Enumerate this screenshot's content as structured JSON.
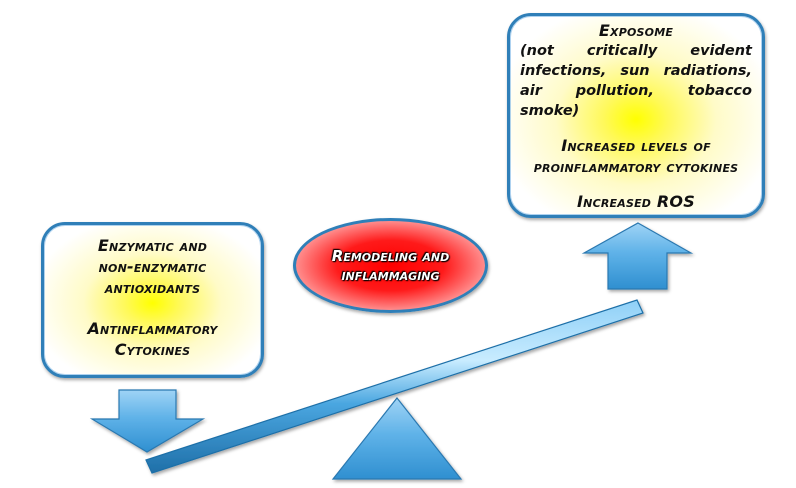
{
  "diagram": {
    "type": "seesaw-balance",
    "right_box": {
      "title": "Exposome",
      "subtitle": "(not critically evident infections, sun radiations, air pollution, tobacco smoke)",
      "line1": "Increased levels of",
      "line2": "proinflammatory cytokines",
      "line3": "Increased ROS",
      "arrow": "up-arrow-icon"
    },
    "left_box": {
      "line1": "Enzymatic and",
      "line2": "non-enzymatic",
      "line3": "antioxidants",
      "line4": "Antinflammatory",
      "line5": "Cytokines",
      "arrow": "down-arrow-icon"
    },
    "center_label": {
      "line1": "Remodeling and",
      "line2": "inflammaging"
    },
    "colors": {
      "shape_blue": "#4aa6e0",
      "border_blue": "#2f7fb8",
      "highlight_yellow": "#ffff00",
      "center_red": "#ff0000"
    },
    "tilt": "right side raised (imbalance toward exposome)"
  }
}
